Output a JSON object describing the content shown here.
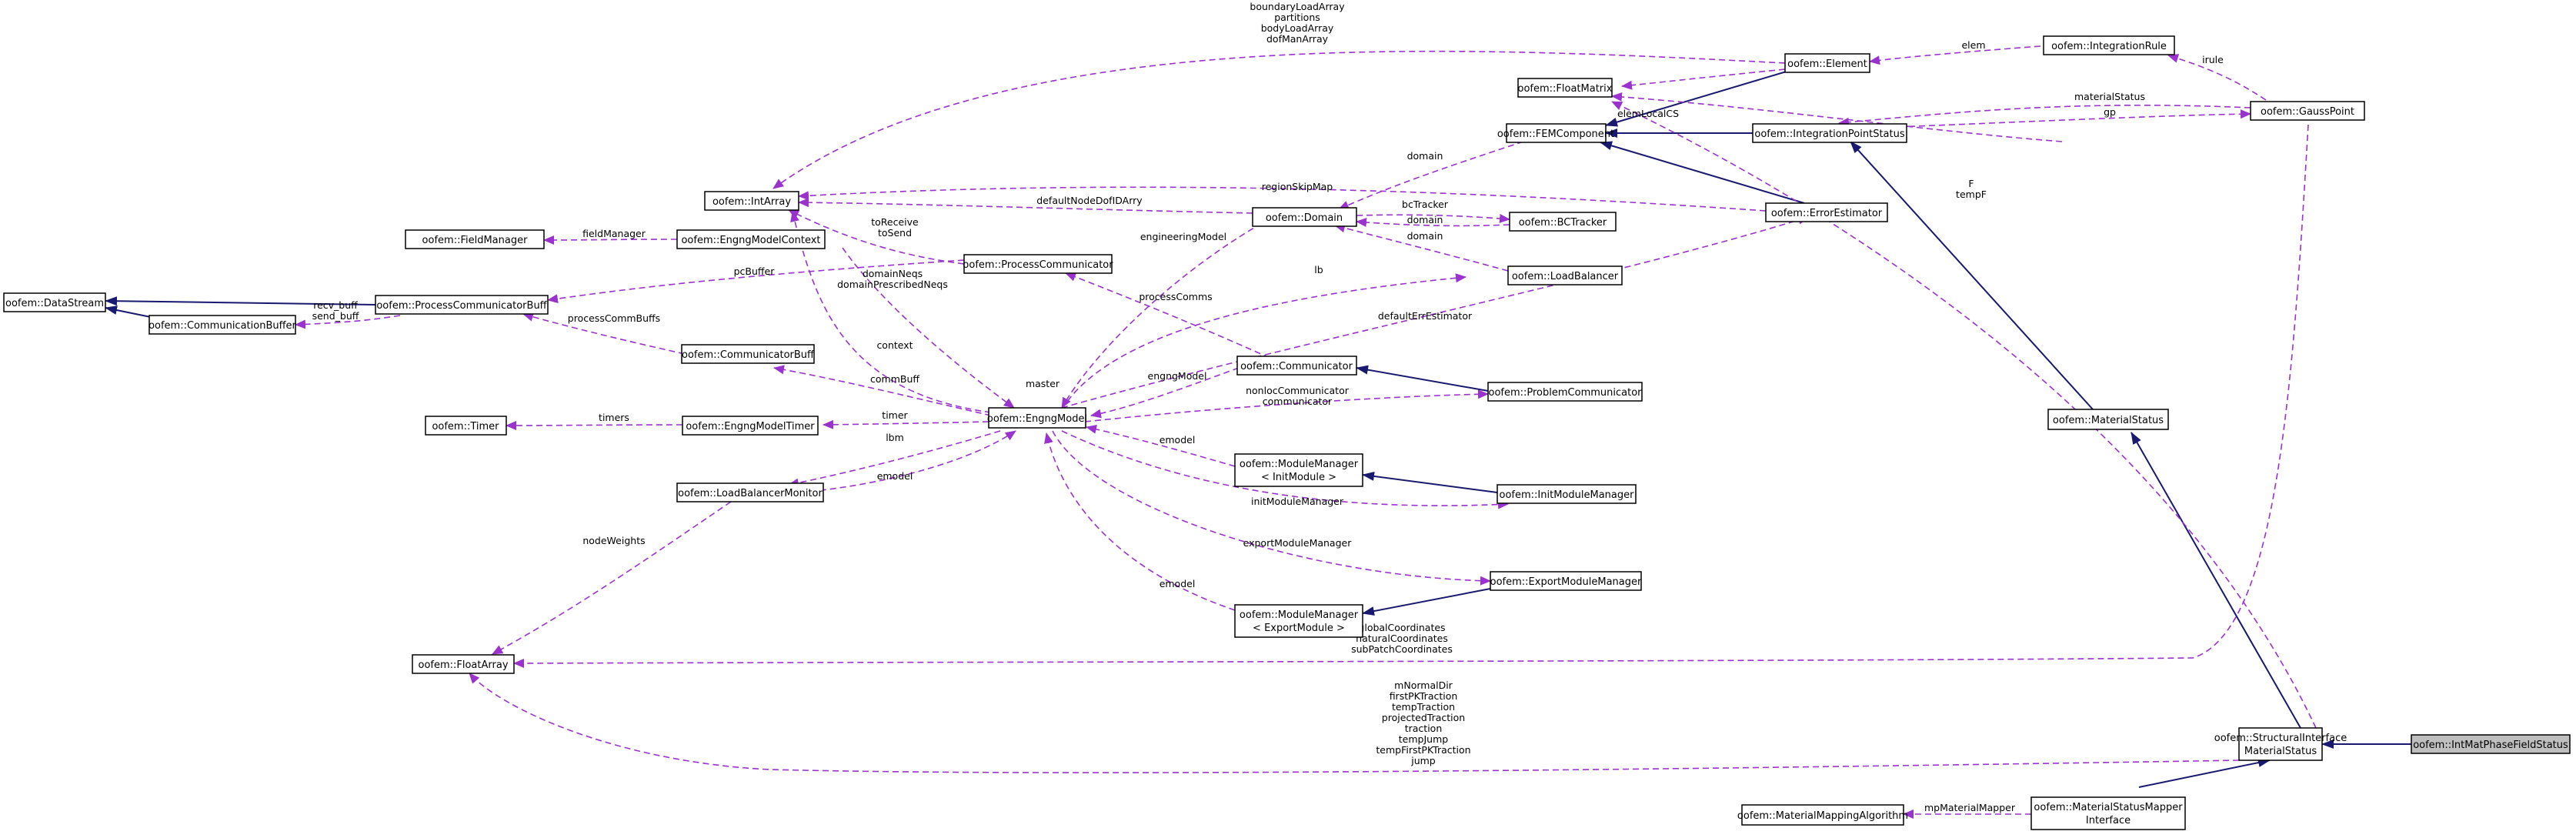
{
  "nodes": {
    "IntMatPhaseFieldStatus": "oofem::IntMatPhaseFieldStatus",
    "StructuralInterfaceMaterialStatus_1": "oofem::StructuralInterface",
    "StructuralInterfaceMaterialStatus_2": "MaterialStatus",
    "MaterialStatus": "oofem::MaterialStatus",
    "MaterialStatusMapperInterface_1": "oofem::MaterialStatusMapper",
    "MaterialStatusMapperInterface_2": "Interface",
    "MaterialMappingAlgorithm": "oofem::MaterialMappingAlgorithm",
    "IntegrationPointStatus": "oofem::IntegrationPointStatus",
    "FEMComponent": "oofem::FEMComponent",
    "FloatMatrix": "oofem::FloatMatrix",
    "Element": "oofem::Element",
    "IntegrationRule": "oofem::IntegrationRule",
    "GaussPoint": "oofem::GaussPoint",
    "ErrorEstimator": "oofem::ErrorEstimator",
    "BCTracker": "oofem::BCTracker",
    "Domain": "oofem::Domain",
    "LoadBalancer": "oofem::LoadBalancer",
    "IntArray": "oofem::IntArray",
    "FieldManager": "oofem::FieldManager",
    "EngngModelContext": "oofem::EngngModelContext",
    "ProcessCommunicator": "oofem::ProcessCommunicator",
    "DataStream": "oofem::DataStream",
    "ProcessCommunicatorBuff": "oofem::ProcessCommunicatorBuff",
    "CommunicationBuffer": "oofem::CommunicationBuffer",
    "CommunicatorBuff": "oofem::CommunicatorBuff",
    "Communicator": "oofem::Communicator",
    "ProblemCommunicator": "oofem::ProblemCommunicator",
    "EngngModel": "oofem::EngngModel",
    "Timer": "oofem::Timer",
    "EngngModelTimer": "oofem::EngngModelTimer",
    "ModuleManagerInit_1": "oofem::ModuleManager",
    "ModuleManagerInit_2": "< InitModule >",
    "InitModuleManager": "oofem::InitModuleManager",
    "LoadBalancerMonitor": "oofem::LoadBalancerMonitor",
    "ExportModuleManager": "oofem::ExportModuleManager",
    "ModuleManagerExport_1": "oofem::ModuleManager",
    "ModuleManagerExport_2": "< ExportModule >",
    "FloatArray": "oofem::FloatArray"
  },
  "edges": {
    "boundaryLoadArray": "boundaryLoadArray",
    "partitions": "partitions",
    "bodyLoadArray": "bodyLoadArray",
    "dofManArray": "dofManArray",
    "elem": "elem",
    "elemLocalCS": "elemLocalCS",
    "irule": "irule",
    "materialStatus": "materialStatus",
    "gp": "gp",
    "domain_fem": "domain",
    "regionSkipMap": "regionSkipMap",
    "bcTracker": "bcTracker",
    "defaultNodeDofIDArry": "defaultNodeDofIDArry",
    "domain_bc": "domain",
    "domain_lb": "domain",
    "F": "F",
    "tempF": "tempF",
    "fieldManager": "fieldManager",
    "toReceive": "toReceive",
    "toSend": "toSend",
    "engineeringModel": "engineeringModel",
    "domainNeqs": "domainNeqs",
    "domainPrescribedNeqs": "domainPrescribedNeqs",
    "pcBuffer": "pcBuffer",
    "lb": "lb",
    "recv_buff": "recv_buff",
    "send_buff": "send_buff",
    "processComms": "processComms",
    "processCommBuffs": "processCommBuffs",
    "defaultErrEstimator": "defaultErrEstimator",
    "context": "context",
    "master": "master",
    "engngModel": "engngModel",
    "commBuff": "commBuff",
    "nonlocCommunicator": "nonlocCommunicator",
    "communicator": "communicator",
    "timers": "timers",
    "timer": "timer",
    "lbm": "lbm",
    "emodel_init": "emodel",
    "emodel_lbm": "emodel",
    "initModuleManager": "initModuleManager",
    "nodeWeights": "nodeWeights",
    "exportModuleManager": "exportModuleManager",
    "emodel_export": "emodel",
    "globalCoordinates": "globalCoordinates",
    "naturalCoordinates": "naturalCoordinates",
    "subPatchCoordinates": "subPatchCoordinates",
    "mNormalDir": "mNormalDir",
    "firstPKTraction": "firstPKTraction",
    "tempTraction": "tempTraction",
    "projectedTraction": "projectedTraction",
    "traction": "traction",
    "tempJump": "tempJump",
    "tempFirstPKTraction": "tempFirstPKTraction",
    "jump": "jump",
    "mpMaterialMapper": "mpMaterialMapper"
  }
}
